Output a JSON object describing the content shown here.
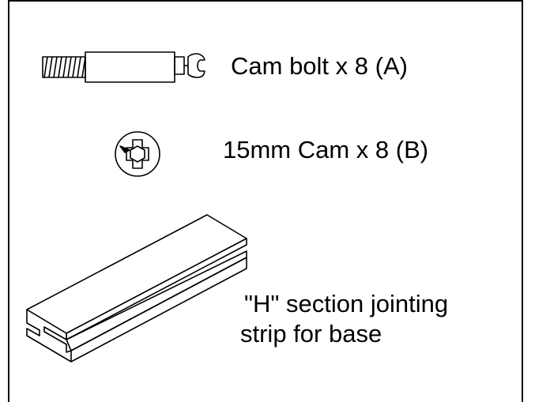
{
  "parts": [
    {
      "label": "Cam bolt x 8 (A)",
      "icon": "cam-bolt-icon"
    },
    {
      "label": "15mm Cam x 8 (B)",
      "icon": "cam-icon"
    },
    {
      "label_line1": "\"H\" section jointing",
      "label_line2": "strip for base",
      "icon": "h-section-strip-icon"
    }
  ],
  "colors": {
    "ink": "#000000",
    "background": "#ffffff"
  }
}
